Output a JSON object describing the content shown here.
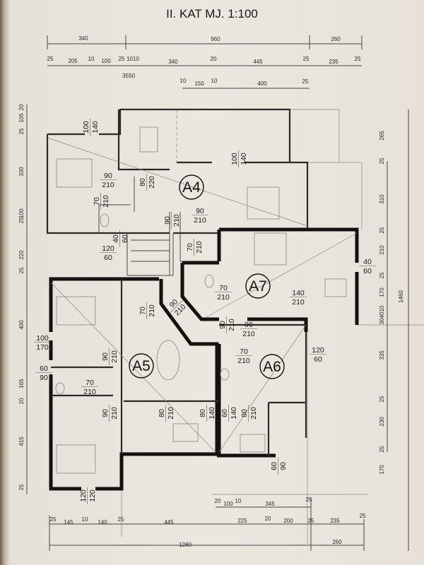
{
  "title": "II. KAT  MJ. 1:100",
  "apartments": [
    "A4",
    "A7",
    "A5",
    "A6"
  ],
  "dims": {
    "top": [
      "340",
      "960",
      "260",
      "25",
      "205",
      "10",
      "100",
      "25",
      "1010",
      "3550",
      "340",
      "20",
      "445",
      "25",
      "235",
      "25",
      "10",
      "150",
      "10",
      "400",
      "25"
    ],
    "left": [
      "20",
      "105",
      "25",
      "330",
      "100",
      "25",
      "220",
      "25",
      "400",
      "165",
      "20",
      "415",
      "25"
    ],
    "right": [
      "265",
      "25",
      "310",
      "25",
      "210",
      "25",
      "170",
      "304010",
      "335",
      "25",
      "230",
      "25",
      "170",
      "1460"
    ],
    "bottom": [
      "20",
      "100",
      "10",
      "345",
      "25",
      "25",
      "145",
      "10",
      "140",
      "25",
      "445",
      "225",
      "20",
      "200",
      "25",
      "235",
      "25",
      "1280",
      "260"
    ]
  },
  "openings": [
    {
      "w": "100",
      "h": "140"
    },
    {
      "w": "90",
      "h": "210"
    },
    {
      "w": "80",
      "h": "220"
    },
    {
      "w": "70",
      "h": "210"
    },
    {
      "w": "90",
      "h": "210"
    },
    {
      "w": "90",
      "h": "210"
    },
    {
      "w": "70",
      "h": "210"
    },
    {
      "w": "40",
      "h": "60"
    },
    {
      "w": "120",
      "h": "60"
    },
    {
      "w": "100",
      "h": "140"
    },
    {
      "w": "40",
      "h": "60"
    },
    {
      "w": "70",
      "h": "210"
    },
    {
      "w": "140",
      "h": "210"
    },
    {
      "w": "90",
      "h": "210"
    },
    {
      "w": "70",
      "h": "210"
    },
    {
      "w": "90",
      "h": "210"
    },
    {
      "w": "90",
      "h": "210"
    },
    {
      "w": "100",
      "h": "170"
    },
    {
      "w": "90",
      "h": "210"
    },
    {
      "w": "60",
      "h": "90"
    },
    {
      "w": "70",
      "h": "210"
    },
    {
      "w": "70",
      "h": "210"
    },
    {
      "w": "120",
      "h": "60"
    },
    {
      "w": "90",
      "h": "210"
    },
    {
      "w": "80",
      "h": "210"
    },
    {
      "w": "80",
      "h": "140"
    },
    {
      "w": "60",
      "h": "140"
    },
    {
      "w": "80",
      "h": "210"
    },
    {
      "w": "60",
      "h": "90"
    },
    {
      "w": "120",
      "h": "120"
    }
  ]
}
